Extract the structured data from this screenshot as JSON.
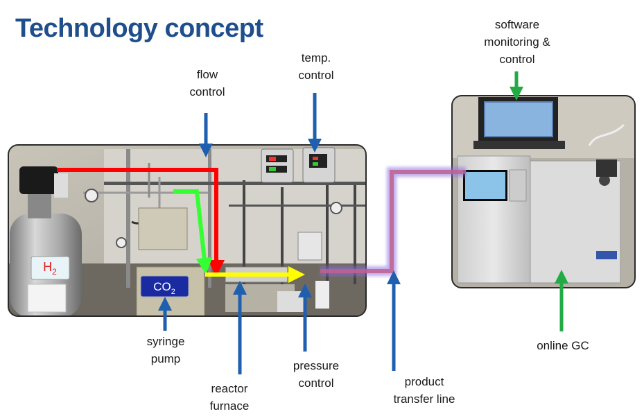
{
  "title": "Technology concept",
  "labels": {
    "flow_control": [
      "flow",
      "control"
    ],
    "temp_control": [
      "temp.",
      "control"
    ],
    "software": [
      "software",
      "monitoring &",
      "control"
    ],
    "syringe_pump": [
      "syringe",
      "pump"
    ],
    "reactor_furnace": [
      "reactor",
      "furnace"
    ],
    "pressure_control": [
      "pressure",
      "control"
    ],
    "product_transfer": [
      "product",
      "transfer line"
    ],
    "online_gc": [
      "online GC"
    ]
  },
  "cylinder_label": {
    "main": "H",
    "sub": "2"
  },
  "pump_label": {
    "main": "CO",
    "sub": "2"
  },
  "colors": {
    "title": "#1f4e8c",
    "h2_line": "#ff0000",
    "co2_line": "#33ff33",
    "reactor_line": "#ffff00",
    "transfer_line": "#a070d0",
    "arrow_blue": "#1f5fb0",
    "arrow_green": "#22aa44"
  }
}
